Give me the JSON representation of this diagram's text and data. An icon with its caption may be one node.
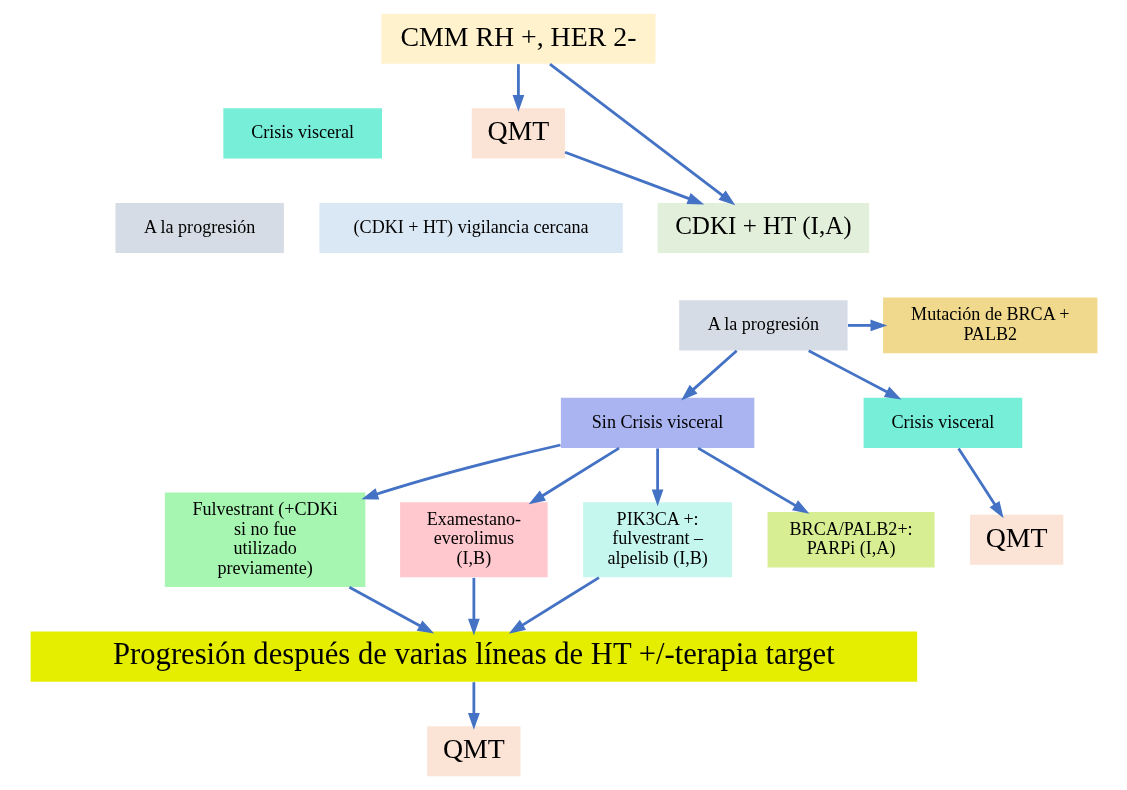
{
  "diagram": {
    "nodes": [
      {
        "text": [
          "CMM RH +, HER 2-"
        ]
      },
      {
        "text": [
          "Crisis visceral"
        ]
      },
      {
        "text": [
          "QMT"
        ]
      },
      {
        "text": [
          "A la progresión"
        ]
      },
      {
        "text": [
          "(CDKI + HT) vigilancia cercana"
        ]
      },
      {
        "text": [
          "CDKI + HT (I,A)"
        ]
      },
      {
        "text": [
          "Mutación de BRCA + PALB2"
        ]
      },
      {
        "text": [
          "A la progresión"
        ]
      },
      {
        "text": [
          "Sin Crisis visceral"
        ]
      },
      {
        "text": [
          "Crisis visceral"
        ]
      },
      {
        "text": [
          "Fulvestrant (+CDKi si no fue utilizado previamente)"
        ]
      },
      {
        "text": [
          "Examestano- everolimus (I,B)"
        ]
      },
      {
        "text": [
          "PIK3CA +: fulvestrant – alpelisib (I,B)"
        ]
      },
      {
        "text": [
          "BRCA/PALB2+: PARPi (I,A)"
        ]
      },
      {
        "text": [
          "QMT"
        ]
      },
      {
        "text": [
          "Progresión después de varias líneas de HT +/-terapia target"
        ]
      },
      {
        "text": [
          "QMT"
        ]
      }
    ],
    "edges": [
      {
        "from": 0,
        "to": 5,
        "arrow": "to"
      },
      {
        "from": 0,
        "to": 2,
        "arrow": "to"
      },
      {
        "from": 2,
        "to": 5,
        "arrow": "to"
      },
      {
        "from": 7,
        "to": 6,
        "arrow": "to"
      },
      {
        "from": 7,
        "to": 8,
        "arrow": "to"
      },
      {
        "from": 7,
        "to": 9,
        "arrow": "to"
      },
      {
        "from": 8,
        "to": 10,
        "arrow": "to"
      },
      {
        "from": 8,
        "to": 11,
        "arrow": "to"
      },
      {
        "from": 8,
        "to": 12,
        "arrow": "to"
      },
      {
        "from": 8,
        "to": 13,
        "arrow": "to"
      },
      {
        "from": 9,
        "to": 14,
        "arrow": "to"
      },
      {
        "from": 10,
        "to": 15,
        "arrow": "to"
      },
      {
        "from": 11,
        "to": 15,
        "arrow": "to"
      },
      {
        "from": 12,
        "to": 15,
        "arrow": "to"
      },
      {
        "from": 15,
        "to": 16,
        "arrow": "to"
      }
    ]
  }
}
